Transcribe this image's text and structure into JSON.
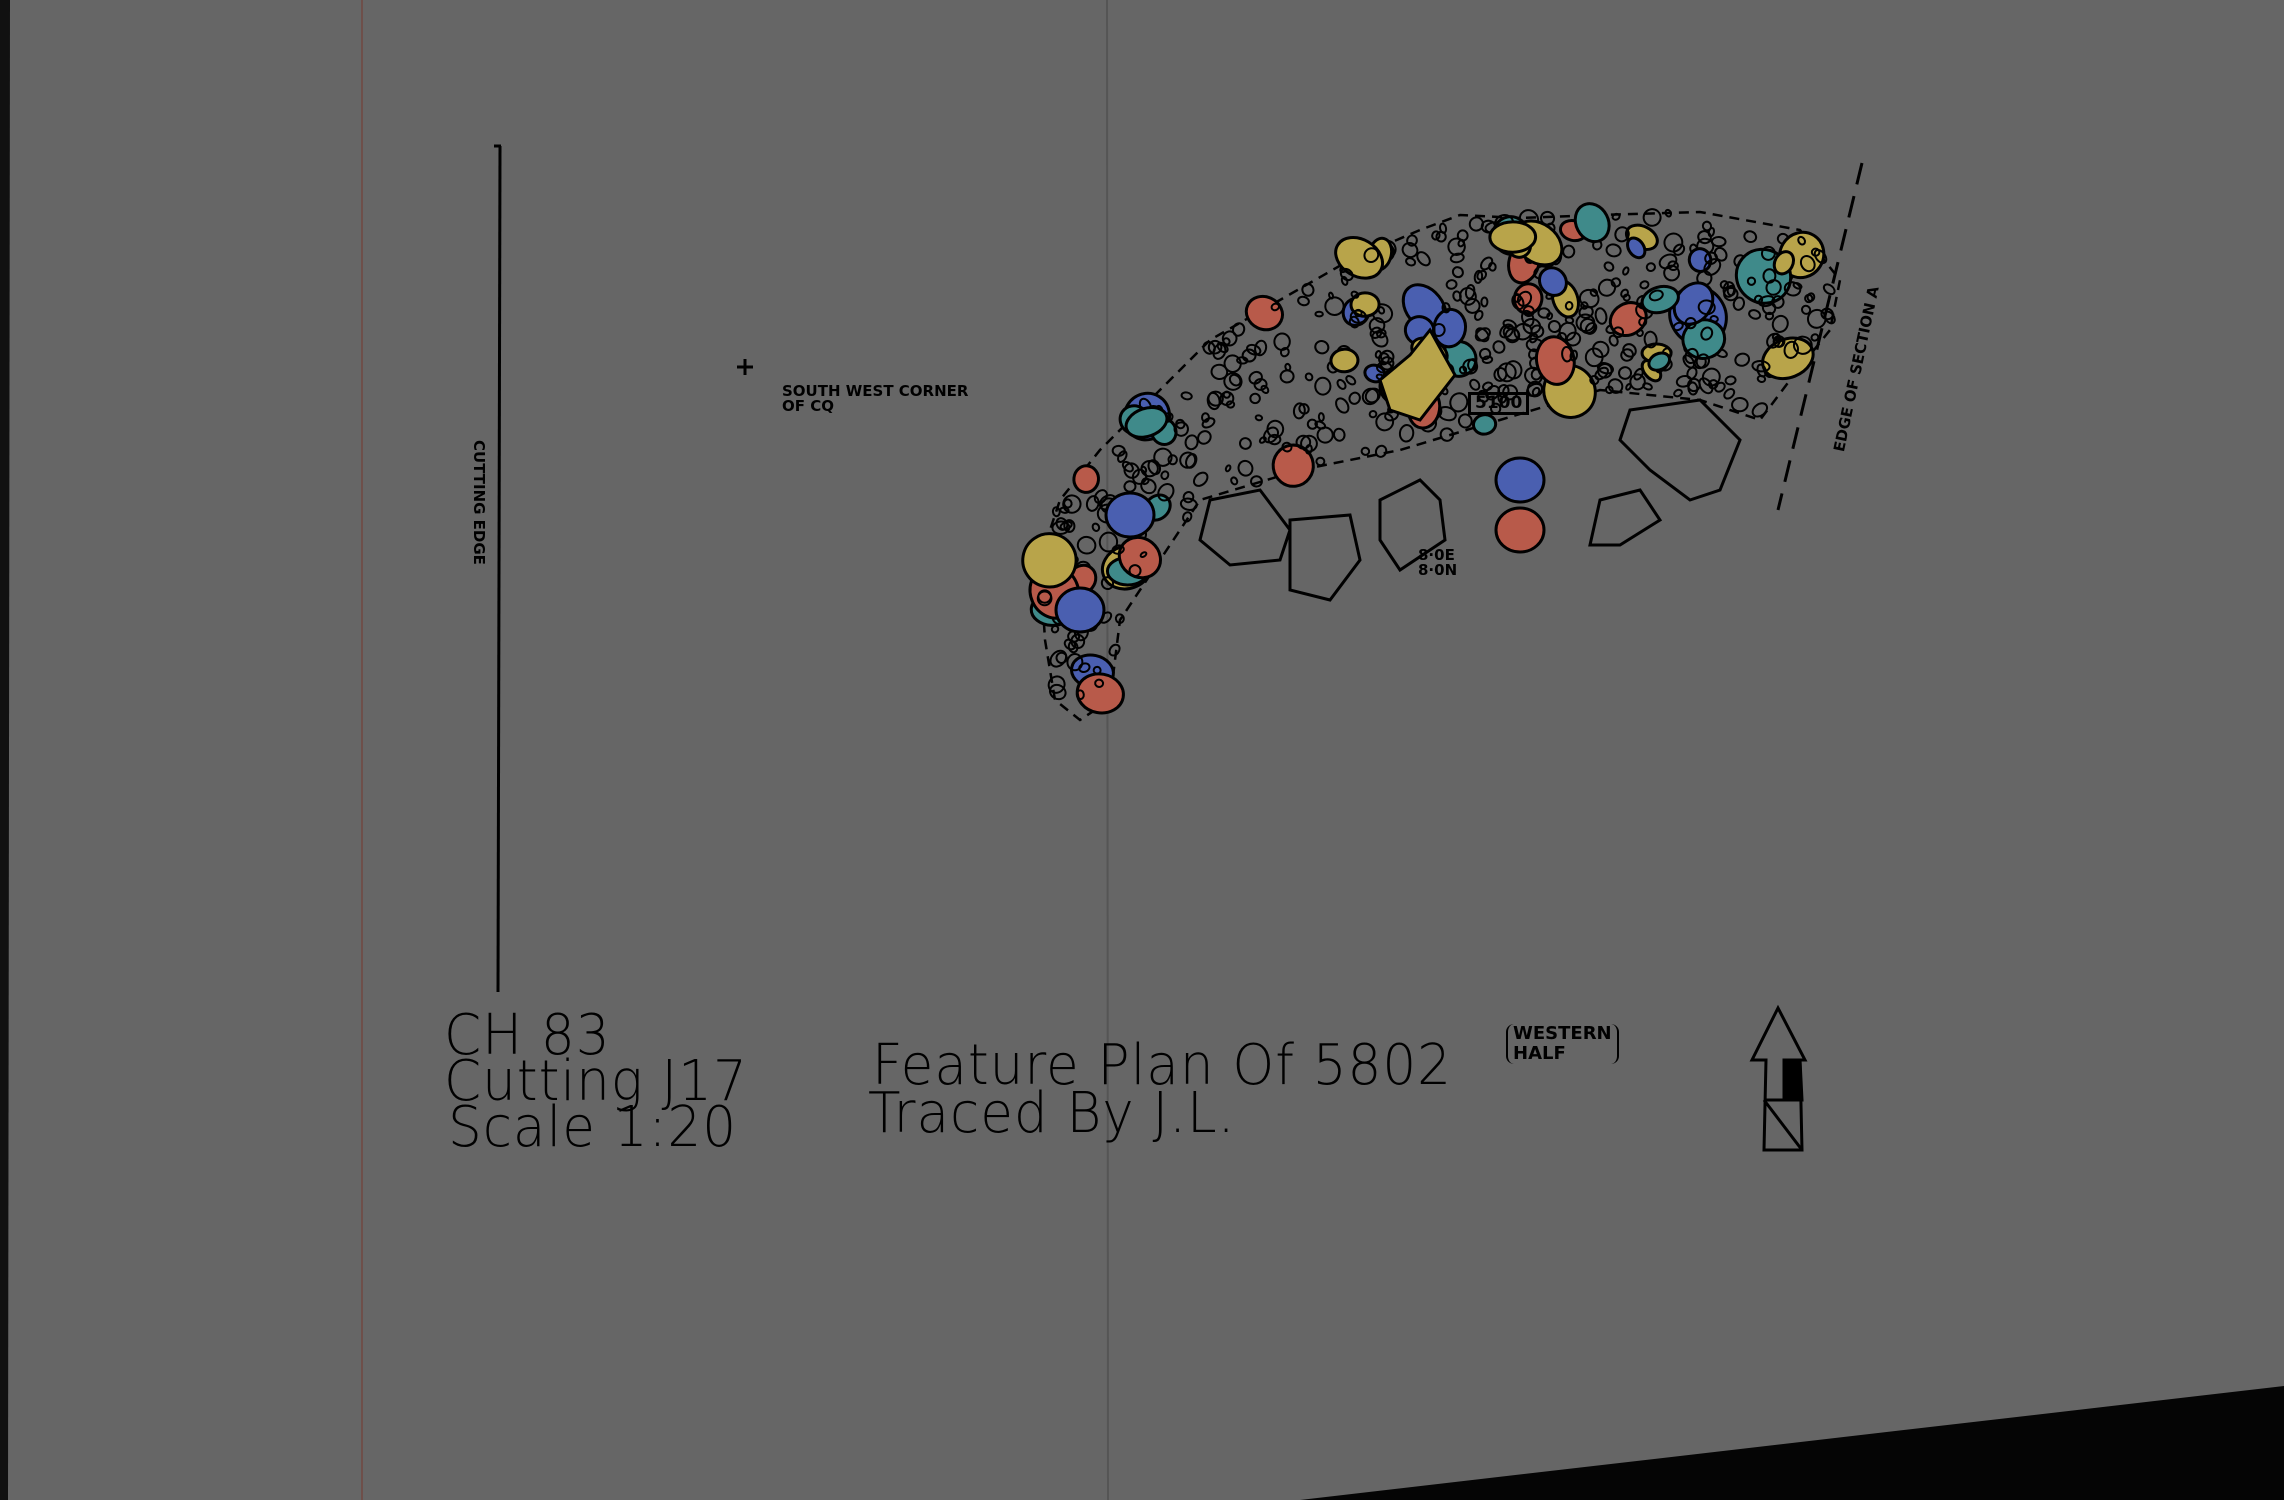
{
  "drawing": {
    "title_block": {
      "site": "CH 83",
      "cutting": "Cutting  J17",
      "scale": "Scale   1:20",
      "feature": "Feature  Plan Of  5802",
      "feature_note_line1": "WESTERN",
      "feature_note_line2": "HALF",
      "traced": "Traced  By J.L."
    },
    "labels": {
      "cutting_edge": "CUTTING EDGE",
      "sw_corner_line1": "SOUTH WEST CORNER",
      "sw_corner_line2": "OF CQ",
      "context_number": "5100",
      "grid_point_line1": "8·0E",
      "grid_point_line2": "8·0N",
      "section_edge": "EDGE OF SECTION A"
    },
    "icons": {
      "north_arrow": "north-arrow-icon",
      "survey_point": "plus-icon"
    },
    "colors": {
      "paper": "#666666",
      "ink": "#000000",
      "stone_blue": "#4a5fb0",
      "stone_red": "#b85a4a",
      "stone_yellow": "#b8a44a",
      "stone_teal": "#3f8a8a"
    }
  }
}
